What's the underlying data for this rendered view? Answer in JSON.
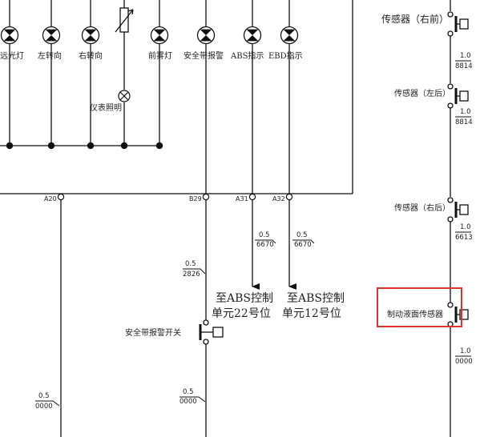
{
  "lamps": [
    {
      "label": "远光灯"
    },
    {
      "label": "左转向"
    },
    {
      "label": "右转向"
    },
    {
      "label": "前雾灯"
    },
    {
      "label": "安全带报警"
    },
    {
      "label": "ABS指示"
    },
    {
      "label": "EBD指示"
    }
  ],
  "instrument_light": {
    "label": "仪表照明"
  },
  "connectors": {
    "a20": "A20",
    "b29": "B29",
    "a31": "A31",
    "a32": "A32"
  },
  "wire_codes": {
    "a31_size": "0.5",
    "a31_code": "6670",
    "a32_size": "0.5",
    "a32_code": "6670",
    "b29_size": "0.5",
    "b29_code": "2826",
    "b29_bottom_size": "0.5",
    "b29_bottom_code": "0000",
    "a20_bottom_size": "0.5",
    "a20_bottom_code": "0000",
    "fr_size": "1.0",
    "fr_code": "8814",
    "rl_size": "1.0",
    "rl_code": "8814",
    "rr_size": "1.0",
    "rr_code": "6613",
    "brake_size": "1.0",
    "brake_code": "0000"
  },
  "abs_targets": {
    "a31_line1": "至ABS控制",
    "a31_line2": "单元22号位",
    "a32_line1": "至ABS控制",
    "a32_line2": "单元12号位"
  },
  "seatbelt_switch": {
    "label": "安全带报警开关"
  },
  "sensors": {
    "front_right": "传感器（右前）",
    "rear_left": "传感器（左后）",
    "rear_right": "传感器（右后）",
    "brake_fluid": "制动液面传感器"
  },
  "highlight_color": "#e03030"
}
